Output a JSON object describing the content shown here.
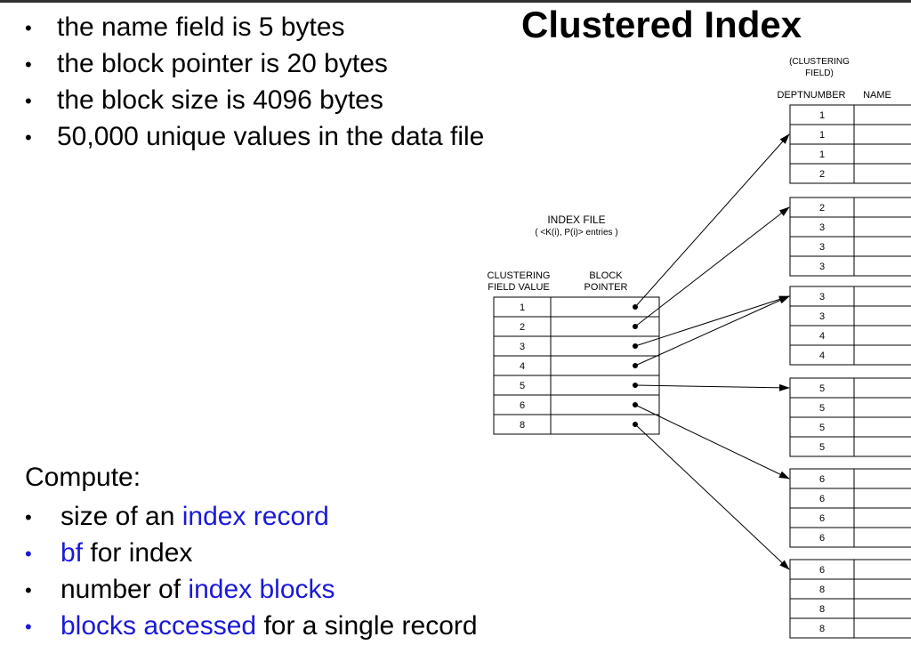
{
  "title": "Clustered Index",
  "facts": [
    "the name field is 5 bytes",
    "the block pointer is 20 bytes",
    "the block size is 4096 bytes",
    "50,000 unique values in the data file"
  ],
  "compute": {
    "heading": "Compute:",
    "tasks": [
      {
        "parts": [
          {
            "text": "size of an ",
            "hl": false
          },
          {
            "text": "index record",
            "hl": true
          }
        ],
        "bullet_blue": false
      },
      {
        "parts": [
          {
            "text": "bf",
            "hl": true
          },
          {
            "text": " for index",
            "hl": false
          }
        ],
        "bullet_blue": true
      },
      {
        "parts": [
          {
            "text": "number of ",
            "hl": false
          },
          {
            "text": "index blocks",
            "hl": true
          }
        ],
        "bullet_blue": false
      },
      {
        "parts": [
          {
            "text": "blocks accessed",
            "hl": true
          },
          {
            "text": " for a single record",
            "hl": false
          }
        ],
        "bullet_blue": true
      }
    ]
  },
  "colors": {
    "highlight": "#1a1ad6",
    "text": "#000000",
    "topbar": "#2f2f2f"
  },
  "index_file": {
    "label": "INDEX FILE",
    "sublabel": "( <K(i), P(i)> entries )",
    "col_value_header": [
      "CLUSTERING",
      "FIELD VALUE"
    ],
    "col_pointer_header": [
      "BLOCK",
      "POINTER"
    ],
    "values": [
      "1",
      "2",
      "3",
      "4",
      "5",
      "6",
      "8"
    ],
    "pointer_targets": [
      0,
      1,
      2,
      2,
      3,
      4,
      5
    ]
  },
  "data_file": {
    "clustering_label": [
      "(CLUSTERING",
      "FIELD)"
    ],
    "col_dept_header": "DEPTNUMBER",
    "col_name_header": "NAME",
    "blocks": [
      [
        "1",
        "1",
        "1",
        "2"
      ],
      [
        "2",
        "3",
        "3",
        "3"
      ],
      [
        "3",
        "3",
        "4",
        "4"
      ],
      [
        "5",
        "5",
        "5",
        "5"
      ],
      [
        "6",
        "6",
        "6",
        "6"
      ],
      [
        "6",
        "8",
        "8",
        "8"
      ]
    ],
    "arrow_rows": [
      1,
      0,
      0,
      0,
      0,
      0
    ]
  }
}
